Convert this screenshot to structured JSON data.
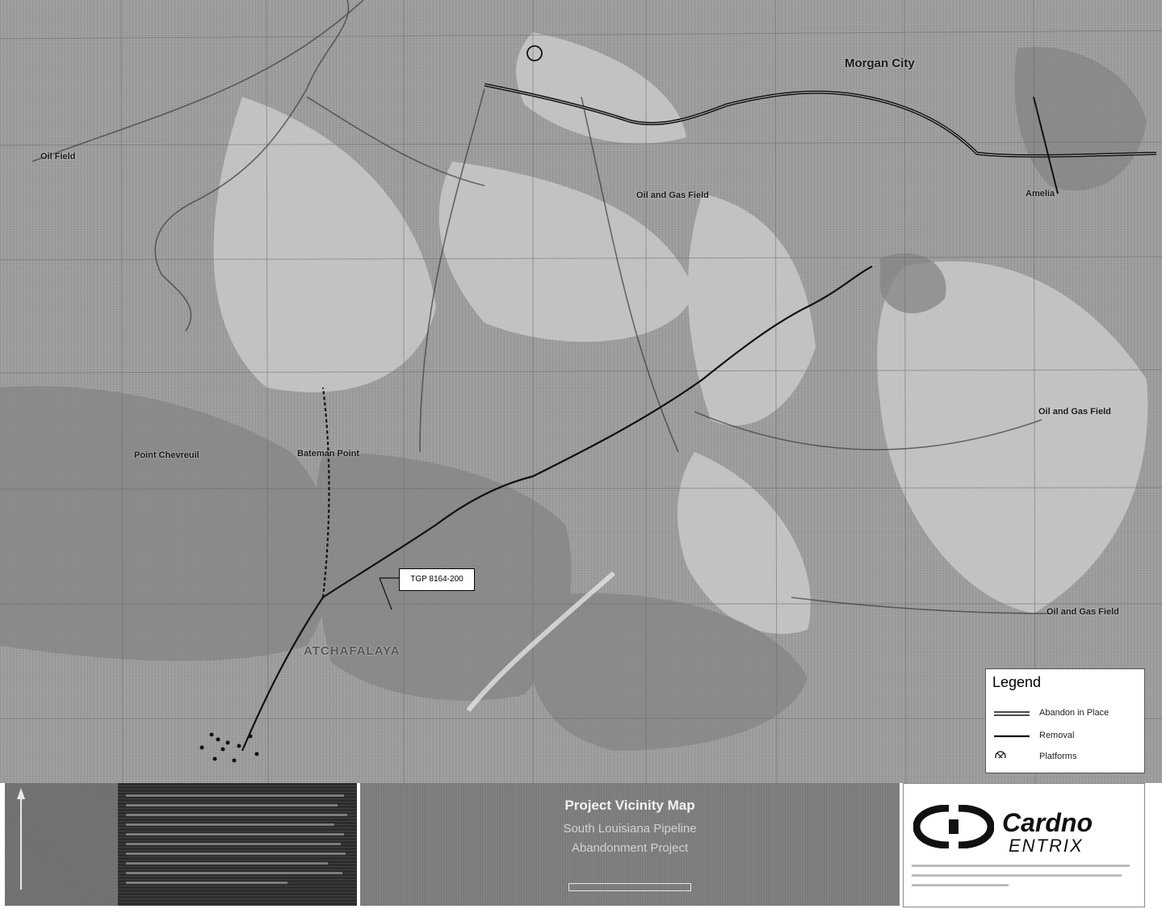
{
  "map": {
    "places": [
      {
        "id": "morgan-city",
        "label": "Morgan City",
        "big": true
      },
      {
        "id": "oil-gas-field-1",
        "label": "Oil and Gas Field"
      },
      {
        "id": "oil-gas-field-2",
        "label": "Oil and Gas Field"
      },
      {
        "id": "oil-gas-field-3",
        "label": "Oil and Gas Field"
      },
      {
        "id": "oil-field",
        "label": "Oil Field"
      },
      {
        "id": "amelia",
        "label": "Amelia"
      },
      {
        "id": "point-chevreuil",
        "label": "Point Chevreuil"
      },
      {
        "id": "bateman-point",
        "label": "Bateman Point"
      },
      {
        "id": "atchafalaya",
        "label": "ATCHAFALAYA",
        "big": true
      }
    ],
    "callout_label": "TGP 8164-200",
    "faint_notes": []
  },
  "legend": {
    "title": "Legend",
    "items": [
      {
        "id": "abandon-in-place",
        "label": "Abandon in Place"
      },
      {
        "id": "removal",
        "label": "Removal"
      },
      {
        "id": "platforms",
        "label": "Platforms"
      }
    ]
  },
  "title_block": {
    "title": "Project Vicinity Map",
    "subtitle_1": "South Louisiana Pipeline",
    "subtitle_2": "Abandonment Project"
  },
  "logo": {
    "name": "Cardno",
    "sub": "ENTRIX"
  },
  "colors": {
    "map_gray": "#9c9c9c",
    "pipeline": "#111111",
    "title_panel": "#7b7b7b"
  }
}
